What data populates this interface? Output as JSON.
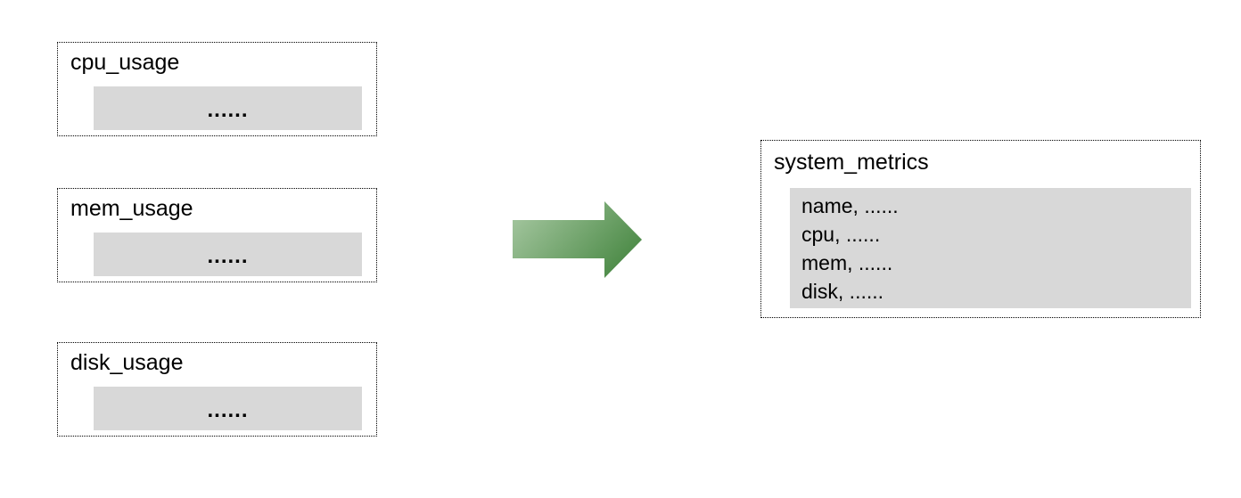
{
  "diagram": {
    "sources": [
      {
        "title": "cpu_usage",
        "body": "......"
      },
      {
        "title": "mem_usage",
        "body": "......"
      },
      {
        "title": "disk_usage",
        "body": "......"
      }
    ],
    "target": {
      "title": "system_metrics",
      "rows": [
        "name, ......",
        "cpu, ......",
        "mem, ......",
        "disk, ......"
      ]
    },
    "arrow": {
      "icon": "right-arrow-icon",
      "gradient_start": "#aacaa5",
      "gradient_end": "#4e8c49"
    },
    "colors": {
      "panel_gray": "#d8d8d8",
      "border": "#000000",
      "background": "#ffffff"
    }
  }
}
